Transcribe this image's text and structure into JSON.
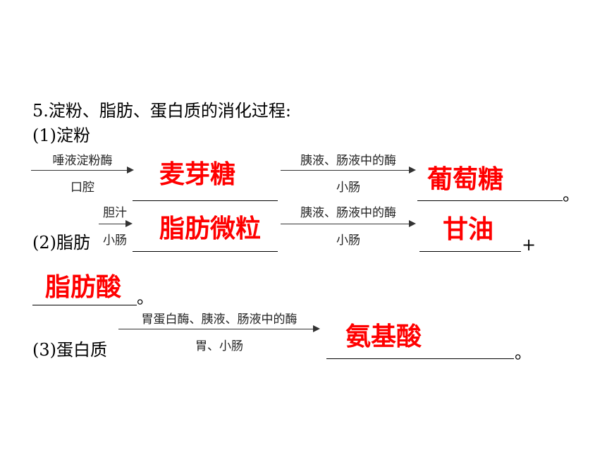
{
  "title": "5.淀粉、脂肪、蛋白质的消化过程:",
  "starch": {
    "label": "(1)淀粉",
    "step1_top": "唾液淀粉酶",
    "step1_bottom": "口腔",
    "answer1": "麦芽糖",
    "step2_top": "胰液、肠液中的酶",
    "step2_bottom": "小肠",
    "answer2": "葡萄糖",
    "end": "。"
  },
  "fat": {
    "label": "(2)脂肪",
    "step1_top": "胆汁",
    "step1_bottom": "小肠",
    "answer1": "脂肪微粒",
    "step2_top": "胰液、肠液中的酶",
    "step2_bottom": "小肠",
    "answer2": "甘油",
    "plus": "+",
    "answer3": "脂肪酸",
    "end": "。"
  },
  "protein": {
    "label": "(3)蛋白质",
    "step1_top": "胃蛋白酶、胰液、肠液中的酶",
    "step1_bottom": "胃、小肠",
    "answer1": "氨基酸",
    "end": "。"
  },
  "colors": {
    "answer": "#ff0000",
    "text": "#000000"
  }
}
